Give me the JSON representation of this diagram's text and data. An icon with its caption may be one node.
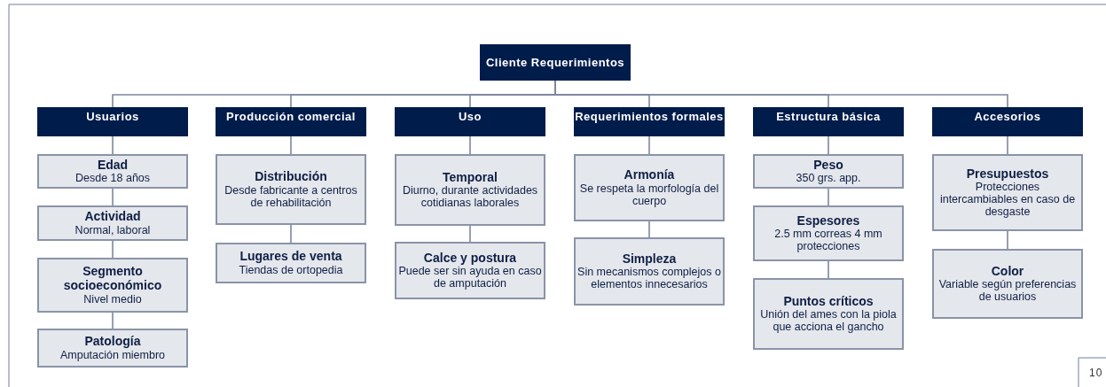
{
  "diagram": {
    "nodes": [
      {
        "text": [
          "Cliente Requerimientos"
        ]
      },
      {
        "text": [
          "Usuarios"
        ]
      },
      {
        "text": [
          "Edad",
          "Desde 18 años"
        ]
      },
      {
        "text": [
          "Actividad",
          "Normal, laboral"
        ]
      },
      {
        "text": [
          "Segmento socioeconómico",
          "Nivel medio"
        ]
      },
      {
        "text": [
          "Patología",
          "Amputación miembro"
        ]
      },
      {
        "text": [
          "Producción comercial"
        ]
      },
      {
        "text": [
          "Distribución",
          "Desde fabricante a centros de rehabilitación"
        ]
      },
      {
        "text": [
          "Lugares de venta",
          "Tiendas de ortopedia"
        ]
      },
      {
        "text": [
          "Uso"
        ]
      },
      {
        "text": [
          "Temporal",
          "Diurno, durante actividades cotidianas laborales"
        ]
      },
      {
        "text": [
          "Calce y postura",
          "Puede ser sin ayuda en caso de amputación"
        ]
      },
      {
        "text": [
          "Requerimientos formales"
        ]
      },
      {
        "text": [
          "Armonía",
          "Se respeta la morfología del cuerpo"
        ]
      },
      {
        "text": [
          "Simpleza",
          "Sin mecanismos complejos o elementos innecesarios"
        ]
      },
      {
        "text": [
          "Estructura básica"
        ]
      },
      {
        "text": [
          "Peso",
          "350 grs. app."
        ]
      },
      {
        "text": [
          "Espesores",
          "2.5 mm correas 4 mm protecciones"
        ]
      },
      {
        "text": [
          "Puntos críticos",
          "Unión del ames con la piola que acciona el gancho"
        ]
      },
      {
        "text": [
          "Accesorios"
        ]
      },
      {
        "text": [
          "Presupuestos",
          "Protecciones intercambiables en caso de desgaste"
        ]
      },
      {
        "text": [
          "Color",
          "Variable según preferencias de usuarios"
        ]
      }
    ],
    "edges": [
      {
        "from": 0,
        "to": 1,
        "arrow": "none"
      },
      {
        "from": 0,
        "to": 6,
        "arrow": "none"
      },
      {
        "from": 0,
        "to": 9,
        "arrow": "none"
      },
      {
        "from": 0,
        "to": 12,
        "arrow": "none"
      },
      {
        "from": 0,
        "to": 15,
        "arrow": "none"
      },
      {
        "from": 0,
        "to": 19,
        "arrow": "none"
      },
      {
        "from": 1,
        "to": 2,
        "arrow": "none"
      },
      {
        "from": 2,
        "to": 3,
        "arrow": "none"
      },
      {
        "from": 3,
        "to": 4,
        "arrow": "none"
      },
      {
        "from": 4,
        "to": 5,
        "arrow": "none"
      },
      {
        "from": 6,
        "to": 7,
        "arrow": "none"
      },
      {
        "from": 7,
        "to": 8,
        "arrow": "none"
      },
      {
        "from": 9,
        "to": 10,
        "arrow": "none"
      },
      {
        "from": 10,
        "to": 11,
        "arrow": "none"
      },
      {
        "from": 12,
        "to": 13,
        "arrow": "none"
      },
      {
        "from": 13,
        "to": 14,
        "arrow": "none"
      },
      {
        "from": 15,
        "to": 16,
        "arrow": "none"
      },
      {
        "from": 16,
        "to": 17,
        "arrow": "none"
      },
      {
        "from": 17,
        "to": 18,
        "arrow": "none"
      },
      {
        "from": 19,
        "to": 20,
        "arrow": "none"
      },
      {
        "from": 20,
        "to": 21,
        "arrow": "none"
      }
    ],
    "labels": [
      "10"
    ]
  }
}
